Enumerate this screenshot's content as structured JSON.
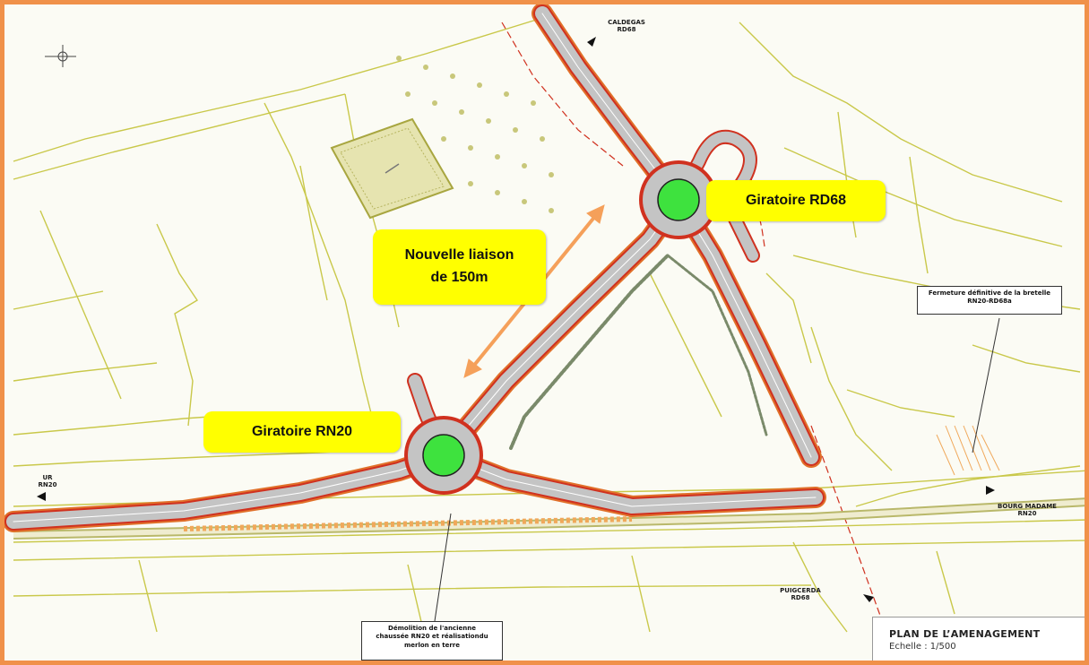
{
  "callouts": {
    "giratoire_rd68": "Giratoire RD68",
    "giratoire_rn20": "Giratoire RN20",
    "nouvelle_liaison_line1": "Nouvelle liaison",
    "nouvelle_liaison_line2": "de 150m"
  },
  "place_labels": {
    "caldegas_line1": "CALDEGAS",
    "caldegas_line2": "RD68",
    "ur_line1": "UR",
    "ur_line2": "RN20",
    "bourg_madame_line1": "BOURG MADAME",
    "bourg_madame_line2": "RN20",
    "puigcerda_line1": "PUIGCERDA",
    "puigcerda_line2": "RD68"
  },
  "notes": {
    "fermeture_line1": "Fermeture définitive de la bretelle",
    "fermeture_line2": "RN20-RD68a",
    "demolition_line1": "Démolition de l'ancienne",
    "demolition_line2": "chaussée RN20 et réalisationdu",
    "demolition_line3": "merlon en terre"
  },
  "plan": {
    "title": "PLAN DE L’AMENAGEMENT",
    "scale": "Echelle : 1/500"
  },
  "colors": {
    "frame": "#f0914a",
    "callout": "#ffff00",
    "roundabout_center": "#3ee23e",
    "road_surface": "#c4c4c4",
    "road_edge_red": "#d0311f",
    "road_edge_orange": "#e0702a",
    "cadastre_lines": "#c9c84a",
    "arrow_orange": "#f5a05a"
  }
}
